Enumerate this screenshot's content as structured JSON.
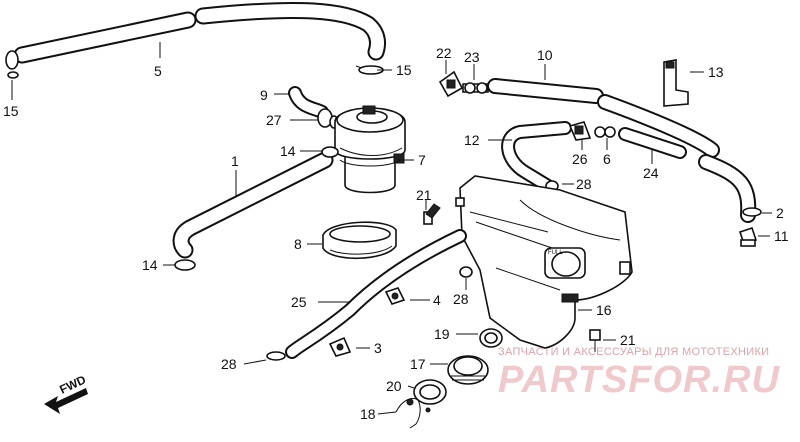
{
  "labels": {
    "l1": "1",
    "l2": "2",
    "l3": "3",
    "l4": "4",
    "l5": "5",
    "l6": "6",
    "l7": "7",
    "l8": "8",
    "l9": "9",
    "l10": "10",
    "l11": "11",
    "l12": "12",
    "l13": "13",
    "l14a": "14",
    "l14b": "14",
    "l15a": "15",
    "l15b": "15",
    "l16": "16",
    "l17": "17",
    "l18": "18",
    "l19": "19",
    "l20": "20",
    "l21a": "21",
    "l21b": "21",
    "l22": "22",
    "l23": "23",
    "l24": "24",
    "l25": "25",
    "l26": "26",
    "l27": "27",
    "l28a": "28",
    "l28b": "28",
    "l28c": "28"
  },
  "watermark": {
    "banner": "ЗАПЧАСТИ И АКСЕССУАРЫ ДЛЯ МОТОТЕХНИКИ",
    "brand": "PARTSFOR.RU"
  },
  "fwd_label": "FWD",
  "tank_mark": "FULL",
  "colors": {
    "ink": "#111111",
    "watermark_banner": "#d9a3a8",
    "watermark_brand": "#efc9cc"
  }
}
